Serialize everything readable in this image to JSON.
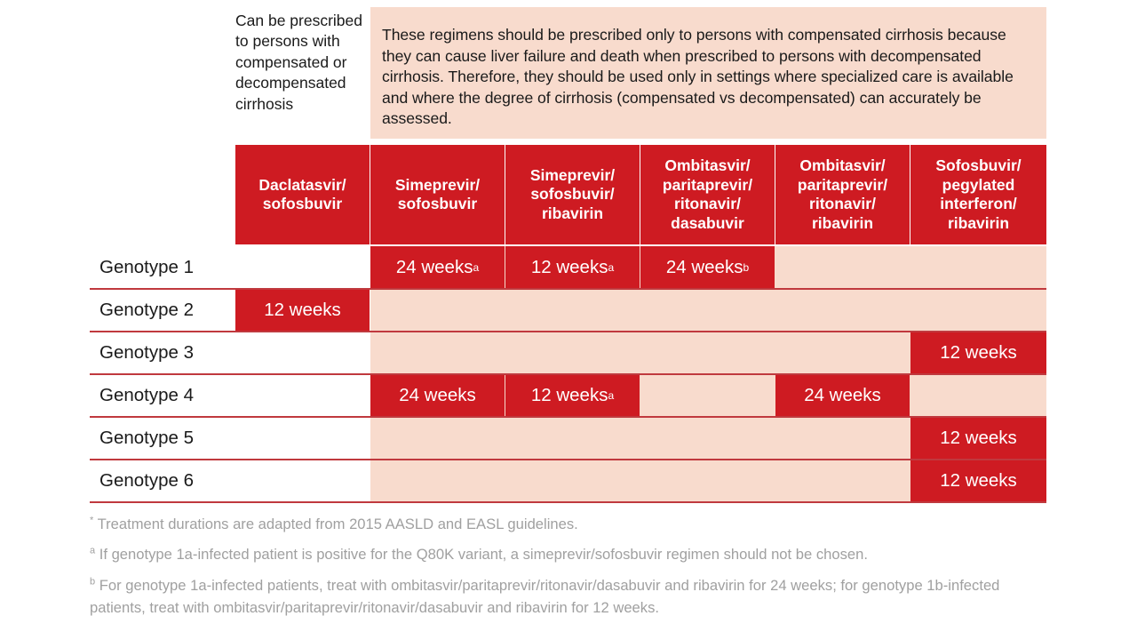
{
  "legend": {
    "compensated_note": "Can be prescribed to persons with compensated or decompensated cirrhosis",
    "warning_text": "These regimens should be prescribed only to persons with compensated cirrhosis because they can cause liver failure and death when prescribed to persons with decompensated cirrhosis. Therefore, they should be used only in settings where specialized care is available and where the degree of cirrhosis (compensated vs decompensated) can accurately be assessed."
  },
  "colors": {
    "red": "#ce1b22",
    "pink": "#f8dbcd",
    "rule": "#c0393e",
    "footnote_gray": "#a0a0a0"
  },
  "columns": [
    {
      "label": "Daclatasvir/\nsofosbuvir"
    },
    {
      "label": "Simeprevir/\nsofosbuvir"
    },
    {
      "label": "Simeprevir/\nsofosbuvir/\nribavirin"
    },
    {
      "label": "Ombitasvir/\nparitaprevir/\nritonavir/\ndasabuvir"
    },
    {
      "label": "Ombitasvir/\nparitaprevir/\nritonavir/\nribavirin"
    },
    {
      "label": "Sofosbuvir/\npegylated\ninterferon/\nribavirin"
    }
  ],
  "rows": [
    {
      "label": "Genotype 1",
      "cells": [
        {
          "text": "",
          "sup": "",
          "filled": false
        },
        {
          "text": "24 weeks",
          "sup": "a",
          "filled": true
        },
        {
          "text": "12 weeks",
          "sup": "a",
          "filled": true
        },
        {
          "text": "24 weeks",
          "sup": "b",
          "filled": true
        },
        {
          "text": "",
          "sup": "",
          "filled": false
        },
        {
          "text": "",
          "sup": "",
          "filled": false
        }
      ]
    },
    {
      "label": "Genotype 2",
      "cells": [
        {
          "text": "12 weeks",
          "sup": "",
          "filled": true
        },
        {
          "text": "",
          "sup": "",
          "filled": false
        },
        {
          "text": "",
          "sup": "",
          "filled": false
        },
        {
          "text": "",
          "sup": "",
          "filled": false
        },
        {
          "text": "",
          "sup": "",
          "filled": false
        },
        {
          "text": "",
          "sup": "",
          "filled": false
        }
      ]
    },
    {
      "label": "Genotype 3",
      "cells": [
        {
          "text": "",
          "sup": "",
          "filled": false
        },
        {
          "text": "",
          "sup": "",
          "filled": false
        },
        {
          "text": "",
          "sup": "",
          "filled": false
        },
        {
          "text": "",
          "sup": "",
          "filled": false
        },
        {
          "text": "",
          "sup": "",
          "filled": false
        },
        {
          "text": "12 weeks",
          "sup": "",
          "filled": true
        }
      ]
    },
    {
      "label": "Genotype 4",
      "cells": [
        {
          "text": "",
          "sup": "",
          "filled": false
        },
        {
          "text": "24 weeks",
          "sup": "",
          "filled": true
        },
        {
          "text": "12 weeks",
          "sup": "a",
          "filled": true
        },
        {
          "text": "",
          "sup": "",
          "filled": false
        },
        {
          "text": "24 weeks",
          "sup": "",
          "filled": true
        },
        {
          "text": "",
          "sup": "",
          "filled": false
        }
      ]
    },
    {
      "label": "Genotype 5",
      "cells": [
        {
          "text": "",
          "sup": "",
          "filled": false
        },
        {
          "text": "",
          "sup": "",
          "filled": false
        },
        {
          "text": "",
          "sup": "",
          "filled": false
        },
        {
          "text": "",
          "sup": "",
          "filled": false
        },
        {
          "text": "",
          "sup": "",
          "filled": false
        },
        {
          "text": "12 weeks",
          "sup": "",
          "filled": true
        }
      ]
    },
    {
      "label": "Genotype 6",
      "cells": [
        {
          "text": "",
          "sup": "",
          "filled": false
        },
        {
          "text": "",
          "sup": "",
          "filled": false
        },
        {
          "text": "",
          "sup": "",
          "filled": false
        },
        {
          "text": "",
          "sup": "",
          "filled": false
        },
        {
          "text": "",
          "sup": "",
          "filled": false
        },
        {
          "text": "12 weeks",
          "sup": "",
          "filled": true
        }
      ]
    }
  ],
  "footnotes": [
    {
      "marker": "*",
      "text": " Treatment durations are adapted from 2015 AASLD and EASL guidelines."
    },
    {
      "marker": "a",
      "text": " If genotype 1a-infected patient is positive for the Q80K variant, a simeprevir/sofosbuvir regimen should not be chosen."
    },
    {
      "marker": "b",
      "text": " For genotype 1a-infected patients, treat with ombitasvir/paritaprevir/ritonavir/dasabuvir and ribavirin for 24 weeks; for genotype 1b-infected patients, treat with ombitasvir/paritaprevir/ritonavir/dasabuvir and ribavirin for 12 weeks."
    }
  ]
}
